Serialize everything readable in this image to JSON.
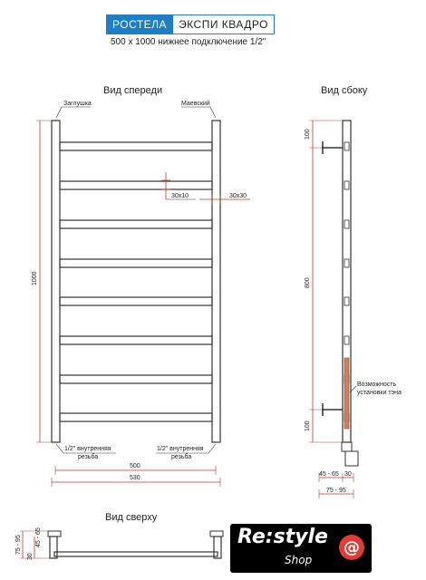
{
  "header": {
    "brand": "РОСТЕЛА",
    "model": "ЭКСПИ КВАДРО"
  },
  "subtitle": "500 х 1000 нижнее подключение 1/2\"",
  "views": {
    "front": "Вид спереди",
    "side": "Вид сбоку",
    "top": "Вид сверху"
  },
  "labels": {
    "plug": "Заглушка",
    "mayevsky": "Маевский",
    "bar": "30х10",
    "post": "30х30",
    "thread_left": "1/2\" внутренняя",
    "thread_left2": "резьба",
    "thread_right": "1/2\" внутренняя",
    "thread_right2": "резьба",
    "heater": "Возможность",
    "heater2": "установки тэна"
  },
  "dims": {
    "height": "1000",
    "width_inner": "500",
    "width_outer": "530",
    "side_top": "100",
    "side_mid": "800",
    "side_bot": "100",
    "depth_small": "45 - 65",
    "depth_30": "30",
    "depth_total": "75 - 95",
    "top_a": "75 - 95",
    "top_b": "30",
    "top_c": "45 - 65"
  },
  "logo": {
    "main": "Re:style",
    "shop": "Shop",
    "symbol": "@"
  },
  "colors": {
    "accent": "#1f7fc6",
    "dimension": "#c0392b",
    "logo_bg": "#000000",
    "logo_red": "#e23a34"
  }
}
